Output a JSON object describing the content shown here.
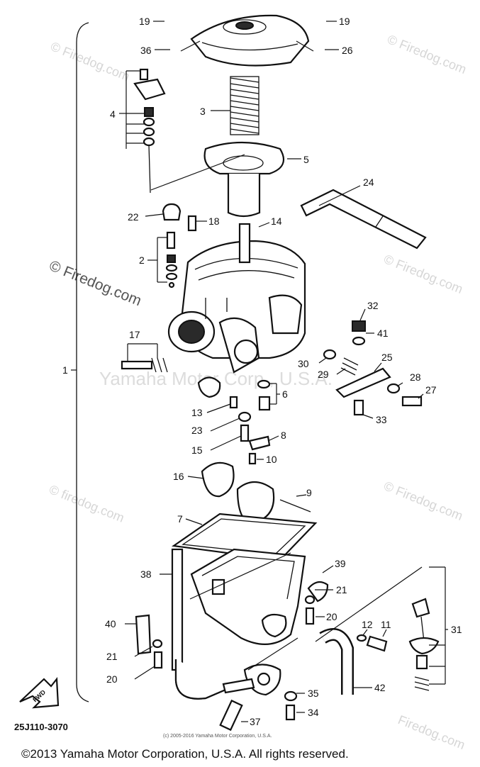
{
  "figure": {
    "part_code": "25J110-3070",
    "small_copyright": "(c) 2005-2016 Yamaha Motor Corporation, U.S.A.",
    "copyright": "©2013 Yamaha Motor Corporation, U.S.A. All rights reserved.",
    "assembly_number": "1",
    "fwd_label": "FWD"
  },
  "watermarks": {
    "firedog_symbol": "© Firedog.com",
    "firedog_plain": "Firedog.com",
    "firedog_lower": "© firedog.com",
    "center": "Yamaha Motor Corp., U.S.A."
  },
  "callouts": [
    {
      "id": "19-left",
      "label": "19"
    },
    {
      "id": "19-right",
      "label": "19"
    },
    {
      "id": "36",
      "label": "36"
    },
    {
      "id": "26",
      "label": "26"
    },
    {
      "id": "4",
      "label": "4"
    },
    {
      "id": "3",
      "label": "3"
    },
    {
      "id": "5",
      "label": "5"
    },
    {
      "id": "24",
      "label": "24"
    },
    {
      "id": "22",
      "label": "22"
    },
    {
      "id": "18",
      "label": "18"
    },
    {
      "id": "14",
      "label": "14"
    },
    {
      "id": "2",
      "label": "2"
    },
    {
      "id": "32",
      "label": "32"
    },
    {
      "id": "41",
      "label": "41"
    },
    {
      "id": "17",
      "label": "17"
    },
    {
      "id": "25",
      "label": "25"
    },
    {
      "id": "30",
      "label": "30"
    },
    {
      "id": "29",
      "label": "29"
    },
    {
      "id": "28",
      "label": "28"
    },
    {
      "id": "27",
      "label": "27"
    },
    {
      "id": "6",
      "label": "6"
    },
    {
      "id": "13",
      "label": "13"
    },
    {
      "id": "33",
      "label": "33"
    },
    {
      "id": "23",
      "label": "23"
    },
    {
      "id": "8",
      "label": "8"
    },
    {
      "id": "15",
      "label": "15"
    },
    {
      "id": "10",
      "label": "10"
    },
    {
      "id": "16",
      "label": "16"
    },
    {
      "id": "9",
      "label": "9"
    },
    {
      "id": "7",
      "label": "7"
    },
    {
      "id": "39",
      "label": "39"
    },
    {
      "id": "38",
      "label": "38"
    },
    {
      "id": "21-right",
      "label": "21"
    },
    {
      "id": "20-right",
      "label": "20"
    },
    {
      "id": "12",
      "label": "12"
    },
    {
      "id": "11",
      "label": "11"
    },
    {
      "id": "31",
      "label": "31"
    },
    {
      "id": "40",
      "label": "40"
    },
    {
      "id": "21-left",
      "label": "21"
    },
    {
      "id": "20-left",
      "label": "20"
    },
    {
      "id": "35",
      "label": "35"
    },
    {
      "id": "42",
      "label": "42"
    },
    {
      "id": "34",
      "label": "34"
    },
    {
      "id": "37",
      "label": "37"
    }
  ]
}
